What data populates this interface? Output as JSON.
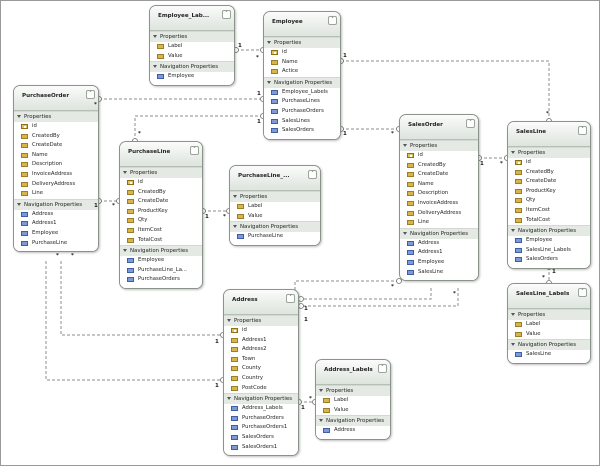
{
  "entities": [
    {
      "id": "employee_labels",
      "title": "Employee_Lab...",
      "properties": [
        "Label",
        "Value"
      ],
      "keys": [],
      "navigation": [
        "Employee"
      ]
    },
    {
      "id": "employee",
      "title": "Employee",
      "properties": [
        "id",
        "Name",
        "Actice"
      ],
      "keys": [
        "id"
      ],
      "navigation": [
        "Employee_Labels",
        "PurchaseLines",
        "PurchaseOrders",
        "SalesLines",
        "SalesOrders"
      ]
    },
    {
      "id": "purchaseorder",
      "title": "PurchaseOrder",
      "properties": [
        "id",
        "CreatedBy",
        "CreateDate",
        "Name",
        "Description",
        "InvoiceAddress",
        "DeliveryAddress",
        "Line"
      ],
      "keys": [
        "id"
      ],
      "navigation": [
        "Address",
        "Address1",
        "Employee",
        "PurchaseLine"
      ]
    },
    {
      "id": "purchaseline",
      "title": "PurchaseLine",
      "properties": [
        "id",
        "CreatedBy",
        "CreateDate",
        "ProductKey",
        "Qty",
        "ItemCost",
        "TotalCost"
      ],
      "keys": [
        "id"
      ],
      "navigation": [
        "Employee",
        "PurchaseLine_La...",
        "PurchaseOrders"
      ]
    },
    {
      "id": "purchaseline_labels",
      "title": "PurchaseLine_...",
      "properties": [
        "Label",
        "Value"
      ],
      "keys": [],
      "navigation": [
        "PurchaseLine"
      ]
    },
    {
      "id": "salesorder",
      "title": "SalesOrder",
      "properties": [
        "id",
        "CreatedBy",
        "CreateDate",
        "Name",
        "Description",
        "InvoiceAddress",
        "DeliveryAddress",
        "Line"
      ],
      "keys": [
        "id"
      ],
      "navigation": [
        "Address",
        "Address1",
        "Employee",
        "SalesLine"
      ]
    },
    {
      "id": "salesline",
      "title": "SalesLine",
      "properties": [
        "id",
        "CreatedBy",
        "CreateDate",
        "ProductKey",
        "Qty",
        "ItemCost",
        "TotalCost"
      ],
      "keys": [
        "id"
      ],
      "navigation": [
        "Employee",
        "SalesLine_Labels",
        "SalesOrders"
      ]
    },
    {
      "id": "salesline_labels",
      "title": "SalesLine_Labels",
      "properties": [
        "Label",
        "Value"
      ],
      "keys": [],
      "navigation": [
        "SalesLine"
      ]
    },
    {
      "id": "address",
      "title": "Address",
      "properties": [
        "id",
        "Address1",
        "Address2",
        "Town",
        "County",
        "Country",
        "PostCode"
      ],
      "keys": [
        "id"
      ],
      "navigation": [
        "Address_Labels",
        "PurchaseOrders",
        "PurchaseOrders1",
        "SalesOrders",
        "SalesOrders1"
      ]
    },
    {
      "id": "address_labels",
      "title": "Address_Labels",
      "properties": [
        "Label",
        "Value"
      ],
      "keys": [],
      "navigation": [
        "Address"
      ]
    }
  ],
  "sections": {
    "properties": "Properties",
    "navigation": "Navigation Properties"
  },
  "multiplicity": {
    "one": "1",
    "many": "*"
  }
}
